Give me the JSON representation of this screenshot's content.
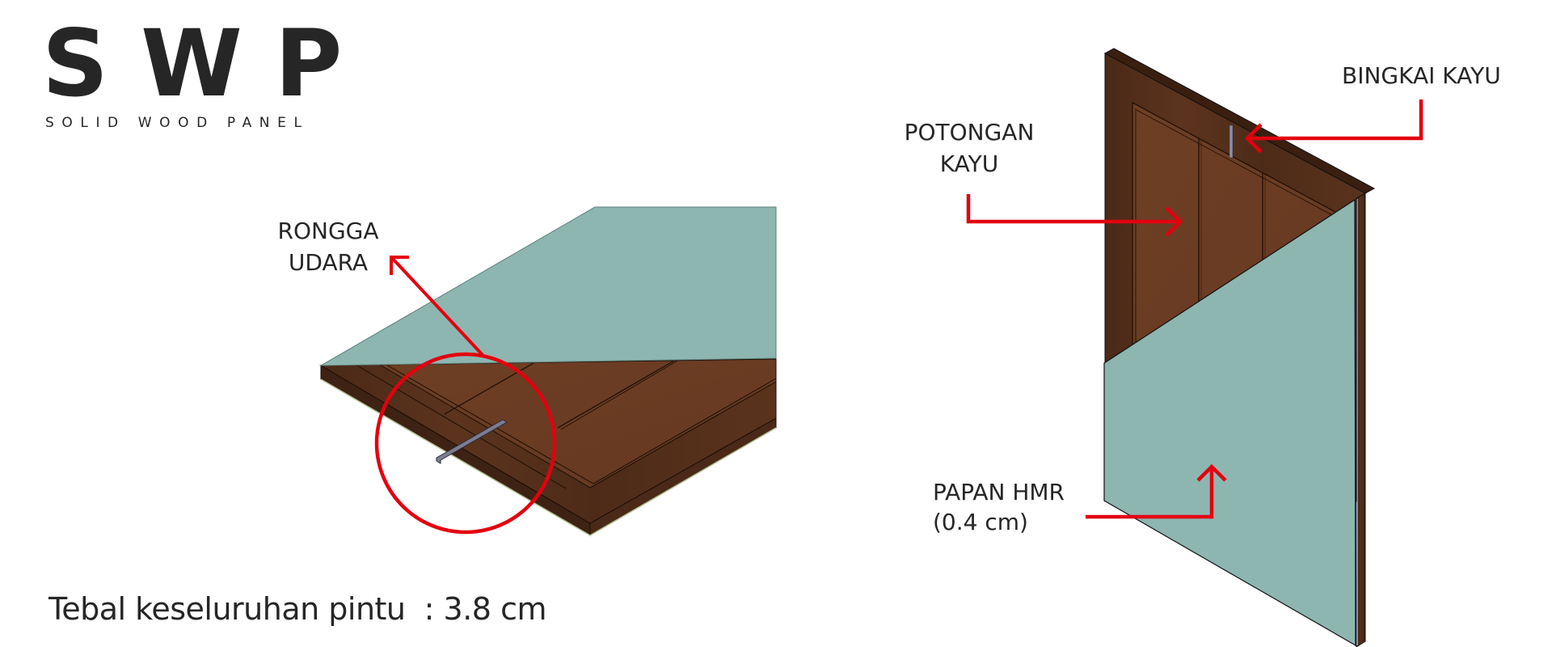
{
  "logo": {
    "title": "SWP",
    "subtitle": "SOLID WOOD PANEL"
  },
  "left_diagram": {
    "name": "door-cross-section-detail",
    "label": {
      "line1": "RONGGA",
      "line2": "UDARA"
    },
    "highlight": "circle-callout"
  },
  "right_diagram": {
    "name": "door-exploded-view",
    "labels": {
      "frame": "BINGKAI KAYU",
      "wood_pieces_line1": "POTONGAN",
      "wood_pieces_line2": "KAYU",
      "board_line1": "PAPAN HMR",
      "board_line2": "(0.4 cm)"
    }
  },
  "footer": {
    "thickness_text": "Tebal keseluruhan pintu  : 3.8 cm"
  },
  "colors": {
    "text": "#262626",
    "accent_red": "#e3000f",
    "hmr_board": "#8db6b1",
    "wood_frame": "#4e2c19",
    "wood_panel": "#6a3b22"
  }
}
